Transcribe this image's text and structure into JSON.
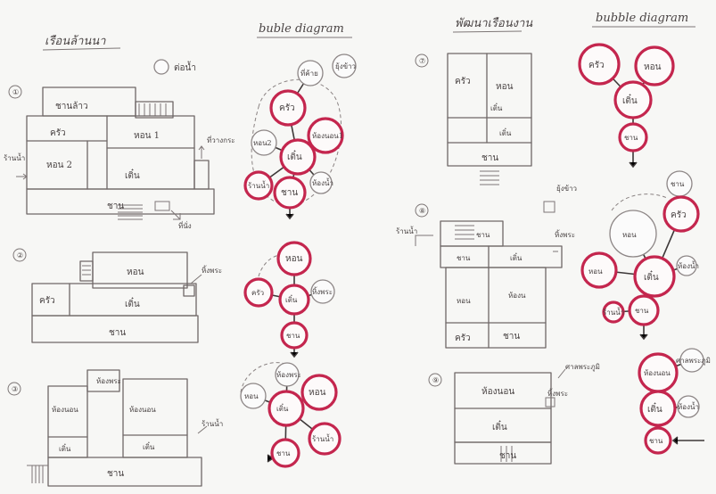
{
  "headers": {
    "existing": "เรือนล้านนา",
    "bubble_left": "buble diagram",
    "modern": "พัฒนาเรือนงาน",
    "bubble_right": "bubble diagram"
  },
  "legend": {
    "label": "ต่อน้ำ"
  },
  "row_numbers": [
    "①",
    "②",
    "③",
    "⑦",
    "⑧",
    "⑨"
  ],
  "plans": {
    "p1": {
      "rooms": [
        "ชานล้าว",
        "ครัว",
        "หอน 1",
        "หอน 2",
        "เติ๋น",
        "ชาน"
      ],
      "notes": [
        "ที่วางกระ",
        "ร้านน้ำ",
        "ที่นั่ง"
      ]
    },
    "p2": {
      "rooms": [
        "หอน",
        "ครัว",
        "เติ๋น",
        "ชาน"
      ],
      "notes": [
        "หิ้งพระ"
      ]
    },
    "p3": {
      "rooms": [
        "ห้องพระ",
        "ห้องนอน",
        "ห้องนอน",
        "เติ๋น",
        "เติ๋น",
        "ชาน"
      ],
      "notes": [
        "ร้านน้ำ"
      ]
    },
    "p7": {
      "rooms": [
        "ครัว",
        "หอน",
        "เติ๋น",
        "เติ๋น",
        "ชาน"
      ],
      "notes": []
    },
    "p8": {
      "rooms": [
        "ชาน",
        "ชาน",
        "เติ๋น",
        "หอน",
        "ห้องน",
        "ครัว",
        "ชาน"
      ],
      "notes": [
        "ยุ้งข้าว",
        "ร้านน้ำ",
        "หิ้งพระ"
      ]
    },
    "p9": {
      "rooms": [
        "ห้องนอน",
        "เติ๋น",
        "ชาน"
      ],
      "notes": [
        "ศาลพระภูมิ",
        "หิ้งพระ"
      ]
    }
  },
  "bubbles": {
    "b1": [
      "ที่ค้าย",
      "ยุ้งข้าว",
      "ครัว",
      "ห้องนอน1",
      "หอน2",
      "เติ๋น",
      "ร้านน้ำ",
      "ชาน",
      "ห้องน้ำ"
    ],
    "b2": [
      "หอน",
      "ครัว",
      "เติ๋น",
      "หิ้งพระ",
      "ชาน"
    ],
    "b3": [
      "ห้องพระ",
      "หอน",
      "หอน",
      "เติ๋น",
      "ร้านน้ำ",
      "ชาน"
    ],
    "b7": [
      "ครัว",
      "หอน",
      "เติ๋น",
      "ชาน"
    ],
    "b8": [
      "ชาน",
      "หอน",
      "ครัว",
      "หอน",
      "เติ๋น",
      "ห้องน้ำ",
      "ร้านน้ำ",
      "ชาน"
    ],
    "b9": [
      "ห้องนอน",
      "ศาลพระภูมิ",
      "เติ๋น",
      "ห้องน้ำ",
      "ชาน"
    ]
  }
}
